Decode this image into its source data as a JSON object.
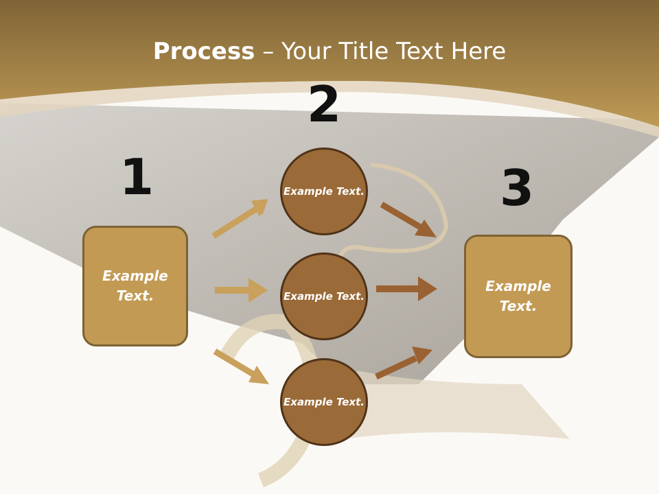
{
  "slide": {
    "title_bold": "Process",
    "title_rest": " – Your Title Text Here",
    "colors": {
      "header_band": "#b8904a",
      "box_fill": "#c29a54",
      "circle_fill": "#9a6a38",
      "arrow_light": "#c9a05c",
      "arrow_dark": "#9a6232"
    }
  },
  "steps": {
    "one": {
      "number": "1",
      "text": "Example Text."
    },
    "two": {
      "number": "2",
      "top": "Example Text.",
      "middle": "Example Text.",
      "bottom": "Example Text."
    },
    "three": {
      "number": "3",
      "text": "Example Text."
    }
  }
}
